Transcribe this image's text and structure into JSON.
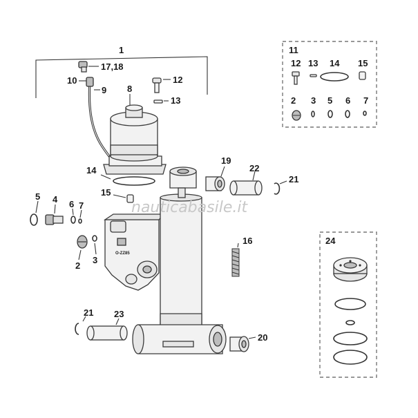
{
  "watermark": "nauticabasile.it",
  "callouts": {
    "c1": "1",
    "c17_18": "17,18",
    "c10": "10",
    "c9": "9",
    "c8": "8",
    "c12": "12",
    "c13": "13",
    "c14": "14",
    "c15": "15",
    "c5": "5",
    "c4": "4",
    "c6": "6",
    "c7": "7",
    "c2": "2",
    "c3": "3",
    "c19": "19",
    "c22": "22",
    "c21": "21",
    "c16": "16",
    "c21b": "21",
    "c23": "23",
    "c20": "20"
  },
  "kit_11": {
    "title": "11",
    "row1": [
      "12",
      "13",
      "14",
      "15"
    ],
    "row2": [
      "2",
      "3",
      "5",
      "6",
      "7"
    ]
  },
  "kit_24": {
    "title": "24"
  },
  "housing_stamp": "O-ZZ85"
}
